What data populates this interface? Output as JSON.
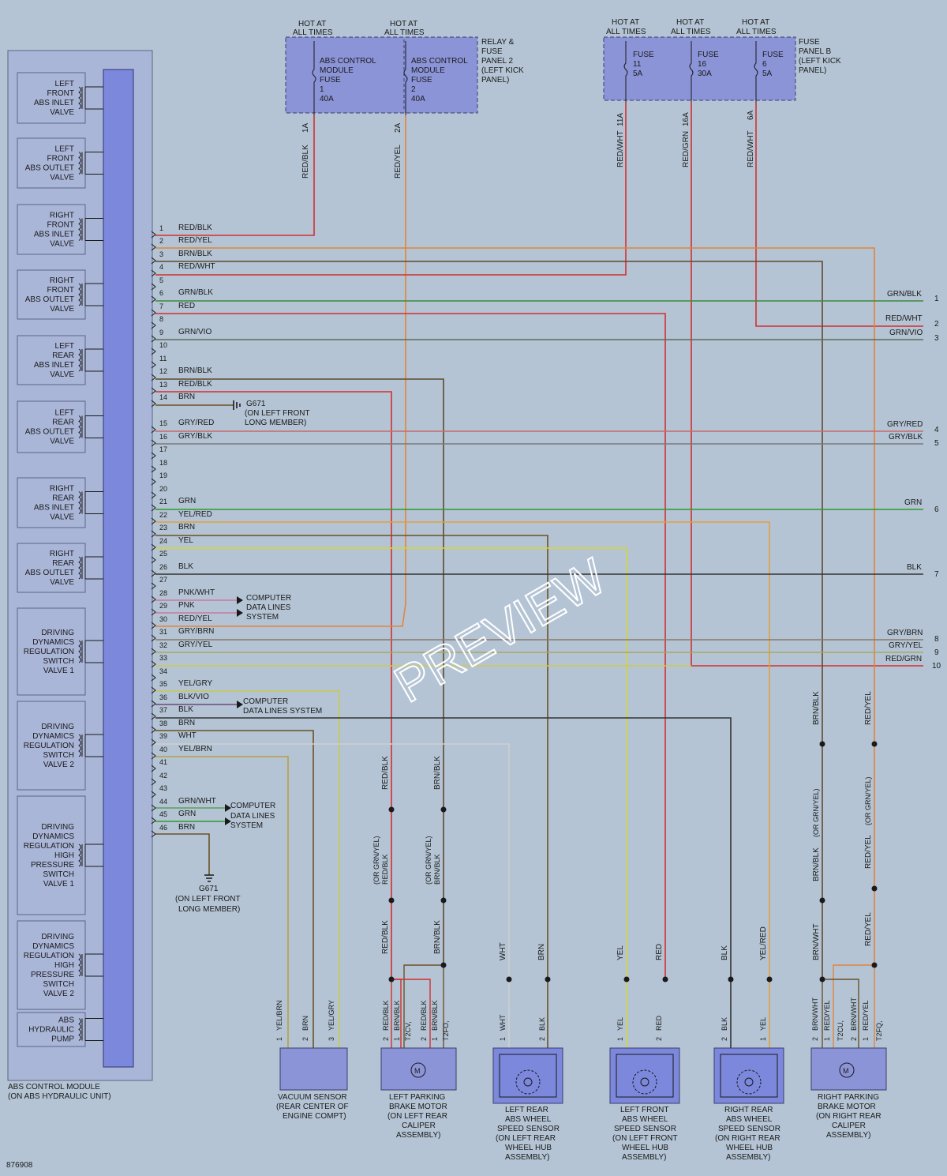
{
  "header": {
    "hot_left_1": [
      "HOT AT",
      "ALL TIMES"
    ],
    "hot_left_2": [
      "HOT AT",
      "ALL TIMES"
    ],
    "hot_right_1": [
      "HOT AT",
      "ALL TIMES"
    ],
    "hot_right_2": [
      "HOT AT",
      "ALL TIMES"
    ],
    "hot_right_3": [
      "HOT AT",
      "ALL TIMES"
    ]
  },
  "relay_panel": {
    "label": [
      "RELAY &",
      "FUSE",
      "PANEL 2",
      "(LEFT KICK",
      "PANEL)"
    ],
    "fuses": [
      {
        "lines": [
          "ABS CONTROL",
          "MODULE",
          "FUSE",
          "1",
          "40A"
        ],
        "pin": "1A",
        "wire": "RED/BLK"
      },
      {
        "lines": [
          "ABS CONTROL",
          "MODULE",
          "FUSE",
          "2",
          "40A"
        ],
        "pin": "2A",
        "wire": "RED/YEL"
      }
    ]
  },
  "fuse_panel_b": {
    "label": [
      "FUSE",
      "PANEL B",
      "(LEFT KICK",
      "PANEL)"
    ],
    "fuses": [
      {
        "lines": [
          "FUSE",
          "11",
          "5A"
        ],
        "pin": "11A",
        "wire": "RED/WHT"
      },
      {
        "lines": [
          "FUSE",
          "16",
          "30A"
        ],
        "pin": "16A",
        "wire": "RED/GRN"
      },
      {
        "lines": [
          "FUSE",
          "6",
          "5A"
        ],
        "pin": "6A",
        "wire": "RED/WHT"
      }
    ]
  },
  "module": {
    "label": [
      "ABS CONTROL MODULE",
      "(ON ABS HYDRAULIC UNIT)"
    ],
    "components": [
      {
        "lines": [
          "LEFT",
          "FRONT",
          "ABS INLET",
          "VALVE"
        ]
      },
      {
        "lines": [
          "LEFT",
          "FRONT",
          "ABS OUTLET",
          "VALVE"
        ]
      },
      {
        "lines": [
          "RIGHT",
          "FRONT",
          "ABS INLET",
          "VALVE"
        ]
      },
      {
        "lines": [
          "RIGHT",
          "FRONT",
          "ABS OUTLET",
          "VALVE"
        ]
      },
      {
        "lines": [
          "LEFT",
          "REAR",
          "ABS INLET",
          "VALVE"
        ]
      },
      {
        "lines": [
          "LEFT",
          "REAR",
          "ABS OUTLET",
          "VALVE"
        ]
      },
      {
        "lines": [
          "RIGHT",
          "REAR",
          "ABS INLET",
          "VALVE"
        ]
      },
      {
        "lines": [
          "RIGHT",
          "REAR",
          "ABS OUTLET",
          "VALVE"
        ]
      },
      {
        "lines": [
          "DRIVING",
          "DYNAMICS",
          "REGULATION",
          "SWITCH",
          "VALVE 1"
        ]
      },
      {
        "lines": [
          "DRIVING",
          "DYNAMICS",
          "REGULATION",
          "SWITCH",
          "VALVE 2"
        ]
      },
      {
        "lines": [
          "DRIVING",
          "DYNAMICS",
          "REGULATION",
          "HIGH",
          "PRESSURE",
          "SWITCH",
          "VALVE 1"
        ]
      },
      {
        "lines": [
          "DRIVING",
          "DYNAMICS",
          "REGULATION",
          "HIGH",
          "PRESSURE",
          "SWITCH",
          "VALVE 2"
        ]
      },
      {
        "lines": [
          "ABS",
          "HYDRAULIC",
          "PUMP"
        ]
      }
    ]
  },
  "pins": [
    {
      "n": "1",
      "wire": "RED/BLK",
      "color": "#d23030"
    },
    {
      "n": "2",
      "wire": "RED/YEL",
      "color": "#e2843a"
    },
    {
      "n": "3",
      "wire": "BRN/BLK",
      "color": "#5e4a2c"
    },
    {
      "n": "4",
      "wire": "RED/WHT",
      "color": "#d23030"
    },
    {
      "n": "5",
      "wire": "",
      "color": ""
    },
    {
      "n": "6",
      "wire": "GRN/BLK",
      "color": "#3a8a3a"
    },
    {
      "n": "7",
      "wire": "RED",
      "color": "#d23030"
    },
    {
      "n": "8",
      "wire": "",
      "color": "#d23030"
    },
    {
      "n": "9",
      "wire": "GRN/VIO",
      "color": "#5e6c56"
    },
    {
      "n": "10",
      "wire": "",
      "color": ""
    },
    {
      "n": "11",
      "wire": "",
      "color": ""
    },
    {
      "n": "12",
      "wire": "BRN/BLK",
      "color": "#5e4a2c"
    },
    {
      "n": "13",
      "wire": "RED/BLK",
      "color": "#d23030"
    },
    {
      "n": "14",
      "wire": "BRN",
      "color": "#6b5226"
    },
    {
      "n": "15",
      "wire": "GRY/RED",
      "color": "#c86a6a"
    },
    {
      "n": "16",
      "wire": "GRY/BLK",
      "color": "#7a7a7a"
    },
    {
      "n": "17",
      "wire": "",
      "color": ""
    },
    {
      "n": "18",
      "wire": "",
      "color": ""
    },
    {
      "n": "19",
      "wire": "",
      "color": ""
    },
    {
      "n": "20",
      "wire": "",
      "color": ""
    },
    {
      "n": "21",
      "wire": "GRN",
      "color": "#2e9a2e"
    },
    {
      "n": "22",
      "wire": "YEL/RED",
      "color": "#e0a040"
    },
    {
      "n": "23",
      "wire": "BRN",
      "color": "#6b5226"
    },
    {
      "n": "24",
      "wire": "YEL",
      "color": "#d6d630"
    },
    {
      "n": "25",
      "wire": "",
      "color": ""
    },
    {
      "n": "26",
      "wire": "BLK",
      "color": "#333333"
    },
    {
      "n": "27",
      "wire": "",
      "color": ""
    },
    {
      "n": "28",
      "wire": "PNK/WHT",
      "color": "#c878a0"
    },
    {
      "n": "29",
      "wire": "PNK",
      "color": "#c878a0"
    },
    {
      "n": "30",
      "wire": "RED/YEL",
      "color": "#e2843a"
    },
    {
      "n": "31",
      "wire": "GRY/BRN",
      "color": "#8a7a66"
    },
    {
      "n": "32",
      "wire": "GRY/YEL",
      "color": "#a8a860"
    },
    {
      "n": "33",
      "wire": "",
      "color": "#d2c84a"
    },
    {
      "n": "34",
      "wire": "",
      "color": ""
    },
    {
      "n": "35",
      "wire": "YEL/GRY",
      "color": "#c8c850"
    },
    {
      "n": "36",
      "wire": "BLK/VIO",
      "color": "#6a4a7a"
    },
    {
      "n": "37",
      "wire": "BLK",
      "color": "#333333"
    },
    {
      "n": "38",
      "wire": "BRN",
      "color": "#6b5226"
    },
    {
      "n": "39",
      "wire": "WHT",
      "color": "#cfcfcf"
    },
    {
      "n": "40",
      "wire": "YEL/BRN",
      "color": "#b8a040"
    },
    {
      "n": "41",
      "wire": "",
      "color": ""
    },
    {
      "n": "42",
      "wire": "",
      "color": ""
    },
    {
      "n": "43",
      "wire": "",
      "color": ""
    },
    {
      "n": "44",
      "wire": "GRN/WHT",
      "color": "#5aa05a"
    },
    {
      "n": "45",
      "wire": "GRN",
      "color": "#2e9a2e"
    },
    {
      "n": "46",
      "wire": "BRN",
      "color": "#6b5226"
    }
  ],
  "right_edge": [
    {
      "n": "1",
      "wire": "GRN/BLK"
    },
    {
      "n": "2",
      "wire": "RED/WHT"
    },
    {
      "n": "3",
      "wire": "GRN/VIO"
    },
    {
      "n": "4",
      "wire": "GRY/RED"
    },
    {
      "n": "5",
      "wire": "GRY/BLK"
    },
    {
      "n": "6",
      "wire": "GRN"
    },
    {
      "n": "7",
      "wire": "BLK"
    },
    {
      "n": "8",
      "wire": "GRY/BRN"
    },
    {
      "n": "9",
      "wire": "GRY/YEL"
    },
    {
      "n": "10",
      "wire": "RED/GRN"
    }
  ],
  "grounds": [
    {
      "lines": [
        "G671",
        "(ON LEFT FRONT",
        "LONG MEMBER)"
      ]
    },
    {
      "lines": [
        "G671",
        "(ON LEFT FRONT",
        "LONG MEMBER)"
      ]
    }
  ],
  "data_lines": [
    {
      "lines": [
        "COMPUTER",
        "DATA LINES",
        "SYSTEM"
      ]
    },
    {
      "lines": [
        "COMPUTER",
        "DATA LINES SYSTEM"
      ]
    },
    {
      "lines": [
        "COMPUTER",
        "DATA LINES",
        "SYSTEM"
      ]
    }
  ],
  "vertical_labels": {
    "left_rear_a": "RED/BLK",
    "left_rear_b": "BRN/BLK",
    "left_rear_alt_a": [
      "(OR GRN/YEL)",
      "RED/BLK"
    ],
    "left_rear_alt_b": [
      "(OR GRN/YEL)",
      "BRN/BLK"
    ],
    "right_rear_a": "BRN/BLK",
    "right_rear_b": "RED/YEL",
    "right_rear_alt_a": "(OR GRN/YEL)",
    "right_rear_alt_b": "(OR GRN/YEL)",
    "right_rear_c": "BRN/BLK",
    "right_rear_d": "RED/YEL",
    "right_rear_e": "BRN/WHT",
    "right_rear_f": "RED/YEL",
    "sensor_wires": [
      "WHT",
      "BRN",
      "YEL",
      "RED",
      "BLK",
      "YEL/RED"
    ]
  },
  "bottom_components": [
    {
      "name": "vacuum-sensor",
      "lines": [
        "VACUUM SENSOR",
        "(REAR CENTER OF",
        "ENGINE COMPT)"
      ],
      "pins": [
        {
          "n": "1",
          "wire": "YEL/BRN"
        },
        {
          "n": "2",
          "wire": "BRN"
        },
        {
          "n": "3",
          "wire": "YEL/GRY"
        }
      ]
    },
    {
      "name": "left-parking-brake-motor",
      "lines": [
        "LEFT PARKING",
        "BRAKE MOTOR",
        "(ON LEFT REAR",
        "CALIPER",
        "ASSEMBLY)"
      ],
      "pins": [
        {
          "n": "2",
          "wire": "RED/BLK"
        },
        {
          "n": "1",
          "wire": "BRN/BLK"
        },
        {
          "n": "",
          "wire": "T2CV,"
        },
        {
          "n": "2",
          "wire": "RED/BLK"
        },
        {
          "n": "1",
          "wire": "BRN/BLK"
        },
        {
          "n": "",
          "wire": "T2FO,"
        }
      ]
    },
    {
      "name": "left-rear-speed-sensor",
      "lines": [
        "LEFT REAR",
        "ABS WHEEL",
        "SPEED SENSOR",
        "(ON LEFT REAR",
        "WHEEL HUB",
        "ASSEMBLY)"
      ],
      "pins": [
        {
          "n": "1",
          "wire": "WHT"
        },
        {
          "n": "2",
          "wire": "BLK"
        }
      ]
    },
    {
      "name": "left-front-speed-sensor",
      "lines": [
        "LEFT FRONT",
        "ABS WHEEL",
        "SPEED SENSOR",
        "(ON LEFT FRONT",
        "WHEEL HUB",
        "ASSEMBLY)"
      ],
      "pins": [
        {
          "n": "1",
          "wire": "YEL"
        },
        {
          "n": "2",
          "wire": "RED"
        }
      ]
    },
    {
      "name": "right-rear-speed-sensor",
      "lines": [
        "RIGHT REAR",
        "ABS WHEEL",
        "SPEED SENSOR",
        "(ON RIGHT REAR",
        "WHEEL HUB",
        "ASSEMBLY)"
      ],
      "pins": [
        {
          "n": "2",
          "wire": "BLK"
        },
        {
          "n": "1",
          "wire": "YEL"
        }
      ]
    },
    {
      "name": "right-parking-brake-motor",
      "lines": [
        "RIGHT PARKING",
        "BRAKE MOTOR",
        "(ON RIGHT REAR",
        "CALIPER",
        "ASSEMBLY)"
      ],
      "pins": [
        {
          "n": "2",
          "wire": "BRN/WHT"
        },
        {
          "n": "1",
          "wire": "RED/YEL"
        },
        {
          "n": "",
          "wire": "T2CU,"
        },
        {
          "n": "2",
          "wire": "BRN/WHT"
        },
        {
          "n": "1",
          "wire": "RED/YEL"
        },
        {
          "n": "",
          "wire": "T2FQ,"
        }
      ]
    }
  ],
  "watermark": "PREVIEW",
  "figure_id": "876908"
}
